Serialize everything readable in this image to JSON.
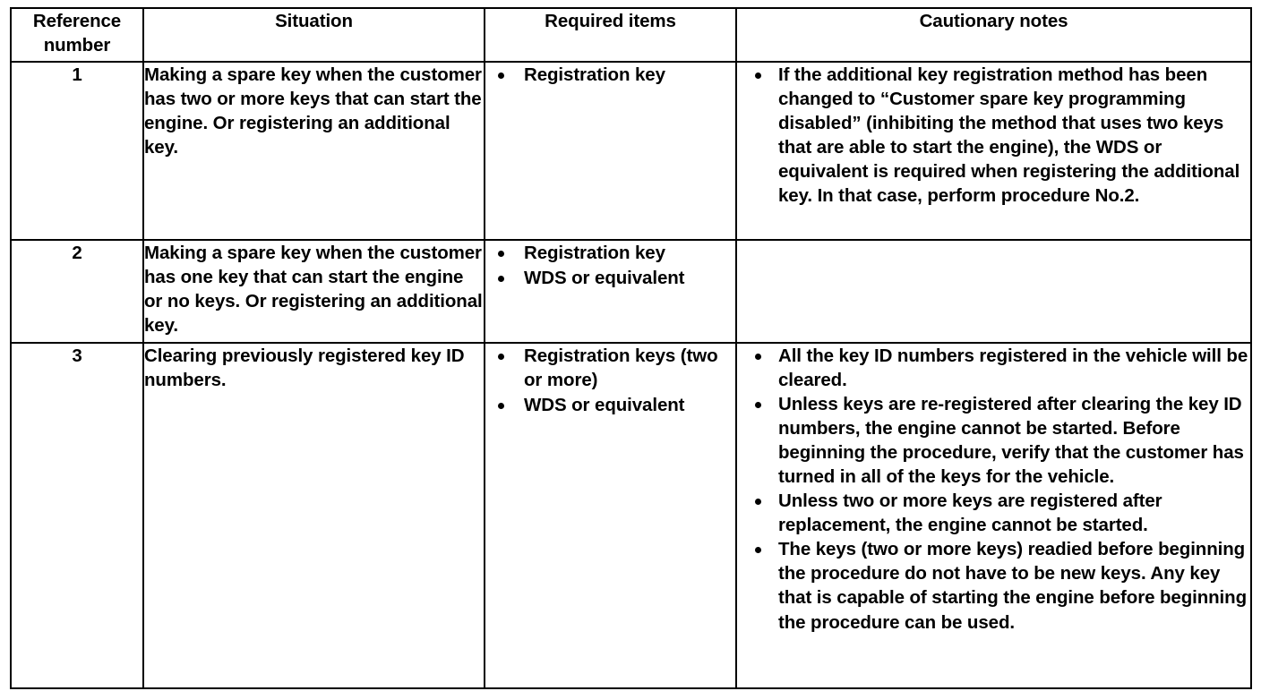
{
  "table": {
    "headers": [
      {
        "id": "reference-number",
        "line1": "Reference",
        "line2": "number"
      },
      {
        "id": "situation",
        "line1": "Situation",
        "line2": ""
      },
      {
        "id": "required-items",
        "line1": "Required items",
        "line2": ""
      },
      {
        "id": "cautionary-notes",
        "line1": "Cautionary notes",
        "line2": ""
      }
    ],
    "rows": [
      {
        "reference_number": "1",
        "situation": "Making a spare key when the customer has two or more keys that can start the engine. Or registering an additional key.",
        "required_items": [
          "Registration key"
        ],
        "cautionary_notes": [
          "If the additional key registration method has been changed to “Customer spare key programming disabled” (inhibiting the method that uses two keys that are able to start the engine), the WDS or equivalent is required when registering the additional key. In that case, perform procedure No.2."
        ]
      },
      {
        "reference_number": "2",
        "situation": "Making a spare key when the customer has one key that can start the engine or no keys. Or registering an additional key.",
        "required_items": [
          "Registration key",
          "WDS or equivalent"
        ],
        "cautionary_notes": []
      },
      {
        "reference_number": "3",
        "situation": "Clearing previously registered key ID numbers.",
        "required_items": [
          "Registration keys (two or more)",
          "WDS or equivalent"
        ],
        "cautionary_notes": [
          "All the key ID numbers registered in the vehicle will be cleared.",
          "Unless keys are re-registered after clearing the key ID numbers, the engine cannot be started. Before beginning the procedure, verify that the customer has turned in all of the keys for the vehicle.",
          "Unless two or more keys are registered after replacement, the engine cannot be started.",
          "The keys (two or more keys) readied before beginning the procedure do not have to be new keys. Any key that is capable of starting the engine before beginning the procedure can be used."
        ]
      }
    ]
  },
  "colors": {
    "text": "#000000",
    "border": "#000000",
    "background": "#ffffff"
  }
}
